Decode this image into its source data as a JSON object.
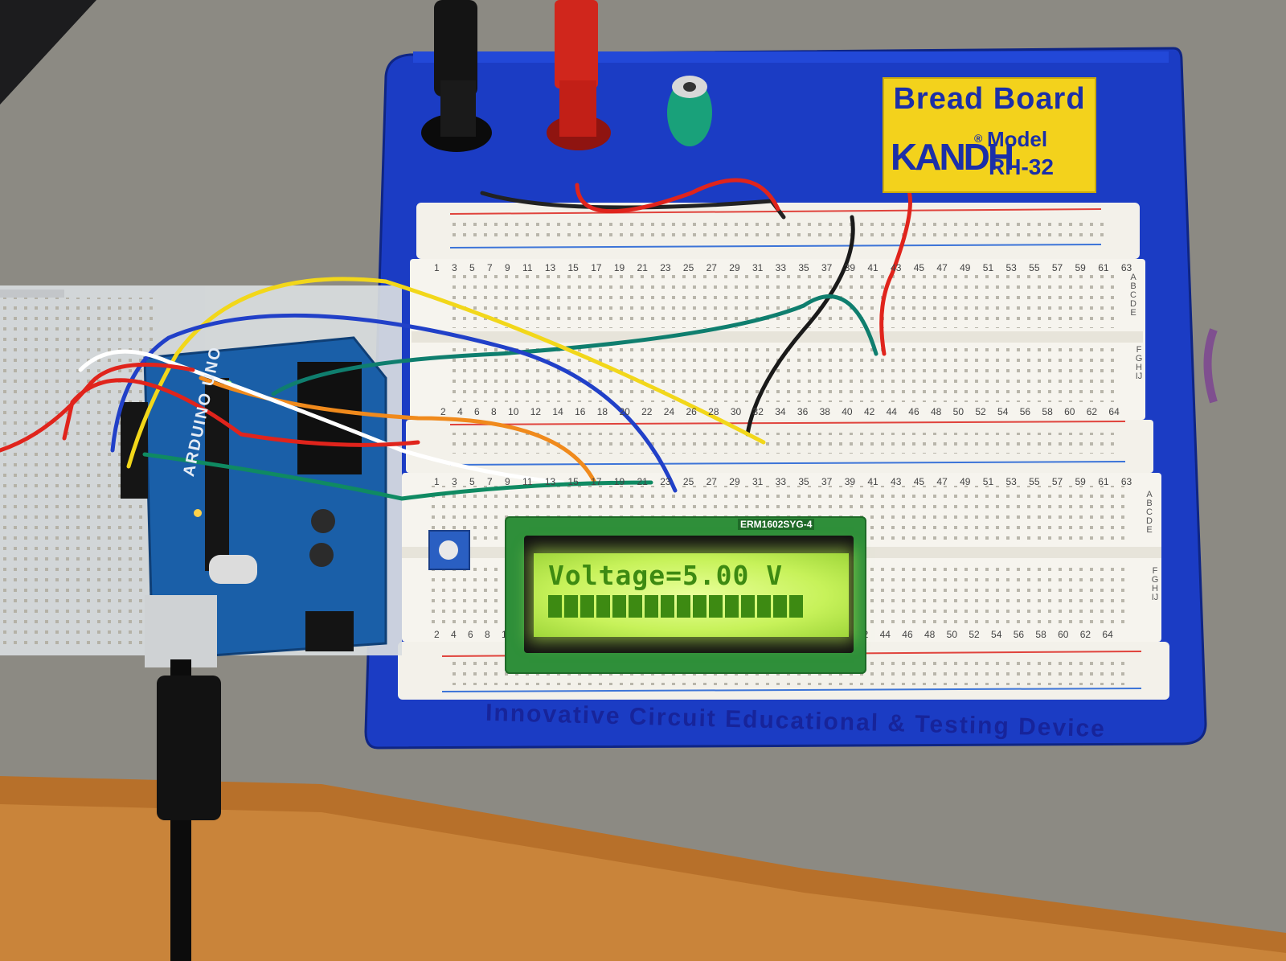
{
  "breadboard": {
    "brand_line1": "Bread Board",
    "logo": "KANDH",
    "registered": "®",
    "model_label": "Model",
    "model_number": "RH-32",
    "footer": "Innovative Circuit Educational & Testing Device",
    "top_row_numbers_upper": "1 3 5 7 9 11 13 15 17 19 21 23 25 27 29 31 33 35 37 39 41 43 45 47 49 51 53 55 57 59 61 63",
    "top_row_numbers_lower": "2 4 6 8 10 12 14 16 18 20 22 24 26 28 30 32 34 36 38 40 42 44 46 48 50 52 54 56 58 60 62 64",
    "bottom_row_numbers_upper": "1 3 5 7 9 11 13 15 17 19 21 23 25 27 29 31 33 35 37 39 41 43 45 47 49 51 53 55 57 59 61 63",
    "bottom_row_numbers_lower": "2 4 6 8 10 12 14 16 18 20 22 24 26 28 30 32 34 36 38 40 42 44 46 48 50 52 54 56 58 60 62 64",
    "letters_upper": "ABCDE",
    "letters_lower": "FGHIJ"
  },
  "lcd": {
    "part_number": "ERM1602SYG-4",
    "line1": "Voltage=5.00 V",
    "bar_segments": 16
  },
  "arduino": {
    "brand": "ARDUINO",
    "model": "UNO"
  },
  "colors": {
    "board_blue": "#1b3cc4",
    "label_yellow": "#f3d21c",
    "lcd_backlight": "#c7f25a"
  }
}
